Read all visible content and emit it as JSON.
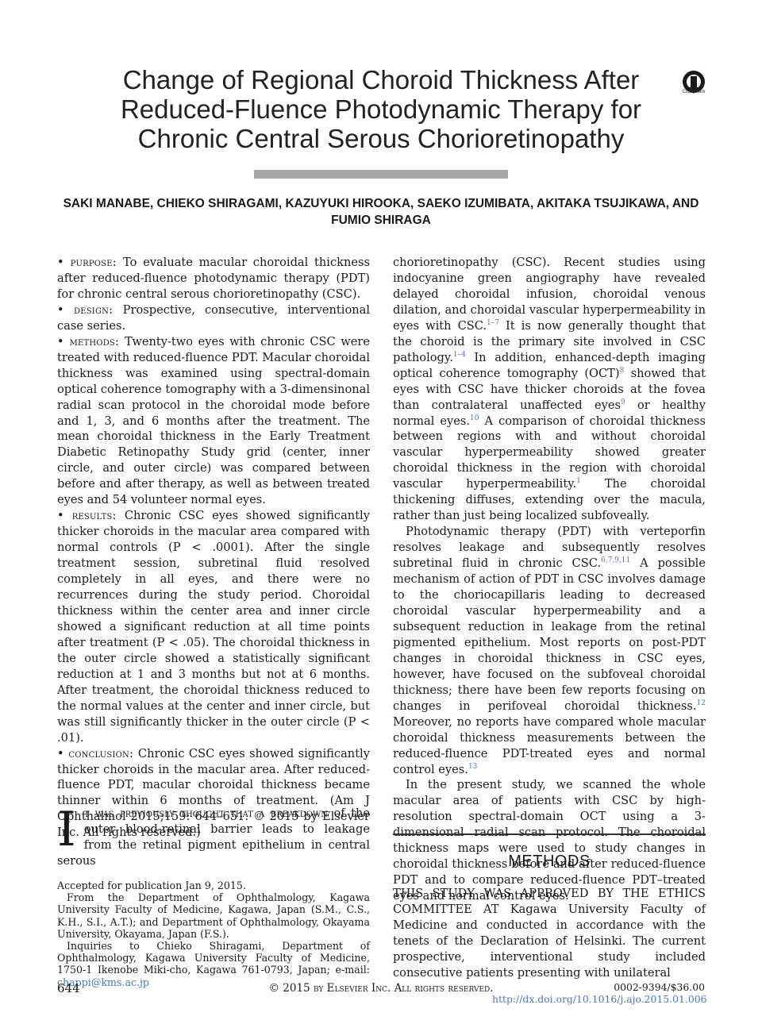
{
  "header": {
    "title": "Change of Regional Choroid Thickness After Reduced-Fluence Photodynamic Therapy for Chronic Central Serous Chorioretinopathy",
    "crossmark_label": "CrossMark",
    "authors": "SAKI MANABE, CHIEKO SHIRAGAMI, KAZUYUKI HIROOKA, SAEKO IZUMIBATA, AKITAKA TSUJIKAWA, AND FUMIO SHIRAGA"
  },
  "abstract": {
    "purpose_label": "• purpose:",
    "purpose_text": "To evaluate macular choroidal thickness after reduced-fluence photodynamic therapy (PDT) for chronic central serous chorioretinopathy (CSC).",
    "design_label": "• design:",
    "design_text": "Prospective, consecutive, interventional case series.",
    "methods_label": "• methods:",
    "methods_text": "Twenty-two eyes with chronic CSC were treated with reduced-fluence PDT. Macular choroidal thickness was examined using spectral-domain optical coherence tomography with a 3-dimensinonal radial scan protocol in the choroidal mode before and 1, 3, and 6 months after the treatment. The mean choroidal thickness in the Early Treatment Diabetic Retinopathy Study grid (center, inner circle, and outer circle) was compared between before and after therapy, as well as between treated eyes and 54 volunteer normal eyes.",
    "results_label": "• results:",
    "results_text": "Chronic CSC eyes showed significantly thicker choroids in the macular area compared with normal controls (P < .0001). After the single treatment session, subretinal fluid resolved completely in all eyes, and there were no recurrences during the study period. Choroidal thickness within the center area and inner circle showed a significant reduction at all time points after treatment (P < .05). The choroidal thickness in the outer circle showed a statistically significant reduction at 1 and 3 months but not at 6 months. After treatment, the choroidal thickness reduced to the normal values at the center and inner circle, but was still significantly thicker in the outer circle (P < .01).",
    "conclusion_label": "• conclusion:",
    "conclusion_text": "Chronic CSC eyes showed significantly thicker choroids in the macular area. After reduced-fluence PDT, macular choroidal thickness became thinner within 6 months of treatment.",
    "citation": "(Am J Ophthalmol 2015;159: 644–651. © 2015 by Elsevier Inc. All rights reserved.)"
  },
  "intro": {
    "dropcap": "I",
    "lead": "t was previously thought that a breakdown",
    "rest": "of the outer blood-retinal barrier leads to leakage from the retinal pigment epithelium in central serous"
  },
  "footnotes": {
    "accepted": "Accepted for publication Jan 9, 2015.",
    "affiliation": "From the Department of Ophthalmology, Kagawa University Faculty of Medicine, Kagawa, Japan (S.M., C.S., K.H., S.I., A.T.); and Department of Ophthalmology, Okayama University, Okayama, Japan (F.S.).",
    "inquiries": "Inquiries to Chieko Shiragami, Department of Ophthalmology, Kagawa University Faculty of Medicine, 1750-1 Ikenobe Miki-cho, Kagawa 761-0793, Japan; e-mail:",
    "email": "chappi@kms.ac.jp"
  },
  "right_column": {
    "p1_a": "chorioretinopathy (CSC). Recent studies using indocyanine green angiography have revealed delayed choroidal infusion, choroidal venous dilation, and choroidal vascular hyperpermeability in eyes with CSC.",
    "ref_1_7": "1–7",
    "p1_b": " It is now generally thought that the choroid is the primary site involved in CSC pathology.",
    "ref_1_4": "1–4",
    "p1_c": " In addition, enhanced-depth imaging optical coherence tomography (OCT)",
    "ref_8": "8",
    "p1_d": " showed that eyes with CSC have thicker choroids at the fovea than contralateral unaffected eyes",
    "ref_9": "9",
    "p1_e": " or healthy normal eyes.",
    "ref_10": "10",
    "p1_f": " A comparison of choroidal thickness between regions with and without choroidal vascular hyperpermeability showed greater choroidal thickness in the region with choroidal vascular hyperpermeability.",
    "ref_1": "1",
    "p1_g": " The choroidal thickening diffuses, extending over the macula, rather than just being localized subfoveally.",
    "p2_a": "Photodynamic therapy (PDT) with verteporfin resolves leakage and subsequently resolves subretinal fluid in chronic CSC.",
    "ref_6_7_9_11": "6,7,9,11",
    "p2_b": " A possible mechanism of action of PDT in CSC involves damage to the choriocapillaris leading to decreased choroidal vascular hyperpermeability and a subsequent reduction in leakage from the retinal pigmented epithelium. Most reports on post-PDT changes in choroidal thickness in CSC eyes, however, have focused on the subfoveal choroidal thickness; there have been few reports focusing on changes in perifoveal choroidal thickness.",
    "ref_12": "12",
    "p2_c": " Moreover, no reports have compared whole macular choroidal thickness measurements between the reduced-fluence PDT-treated eyes and normal control eyes.",
    "ref_13": "13",
    "p3": "In the present study, we scanned the whole macular area of patients with CSC by high-resolution spectral-domain OCT using a 3-dimensional radial scan protocol. The choroidal thickness maps were used to study changes in choroidal thickness before and after reduced-fluence PDT and to compare reduced-fluence PDT–treated eyes and normal control eyes.",
    "methods_heading": "METHODS",
    "methods_lead": "THIS STUDY WAS APPROVED BY THE ETHICS COMMITTEE AT",
    "methods_text": "Kagawa University Faculty of Medicine and conducted in accordance with the tenets of the Declaration of Helsinki. The current prospective, interventional study included consecutive patients presenting with unilateral"
  },
  "footer": {
    "page": "644",
    "copyright": "© 2015 by Elsevier Inc. All rights reserved.",
    "price": "0002-9394/$36.00",
    "doi": "http://dx.doi.org/10.1016/j.ajo.2015.01.006"
  },
  "colors": {
    "link": "#4a78b8",
    "title_bar": "#a7a7a7"
  }
}
